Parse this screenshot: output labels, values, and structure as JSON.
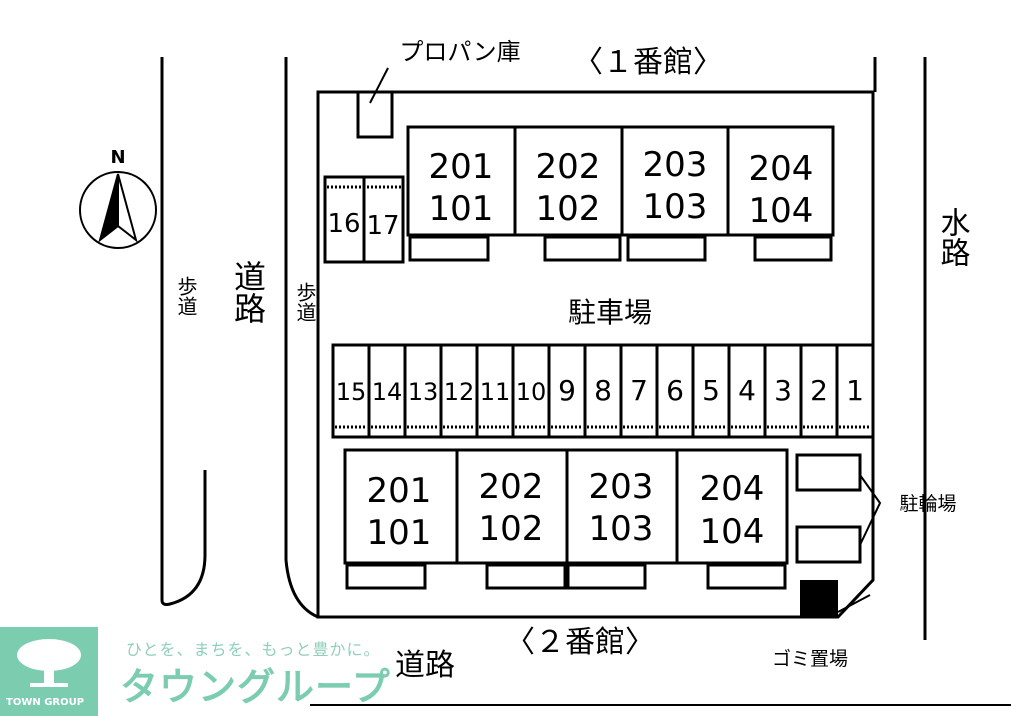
{
  "labels": {
    "building1": "〈１番館〉",
    "building2": "〈２番館〉",
    "propane": "プロパン庫",
    "parking": "駐車場",
    "bike_parking": "駐輪場",
    "garbage": "ゴミ置場",
    "road_left": "道路",
    "road_bottom": "道路",
    "sidewalk_left": "歩道",
    "sidewalk_right": "歩道",
    "waterway": "水路",
    "north": "N"
  },
  "building1_units": [
    {
      "upper": "201",
      "lower": "101"
    },
    {
      "upper": "202",
      "lower": "102"
    },
    {
      "upper": "203",
      "lower": "103"
    },
    {
      "upper": "204",
      "lower": "104"
    }
  ],
  "building2_units": [
    {
      "upper": "201",
      "lower": "101"
    },
    {
      "upper": "202",
      "lower": "102"
    },
    {
      "upper": "203",
      "lower": "103"
    },
    {
      "upper": "204",
      "lower": "104"
    }
  ],
  "parking_side": [
    "16",
    "17"
  ],
  "parking_row": [
    "15",
    "14",
    "13",
    "12",
    "11",
    "10",
    "9",
    "8",
    "7",
    "6",
    "5",
    "4",
    "3",
    "2",
    "1"
  ],
  "logo": {
    "tagline": "ひとを、まちを、もっと豊かに。",
    "brand": "タウングループ",
    "english": "TOWN GROUP",
    "color": "#7ccdb0"
  }
}
